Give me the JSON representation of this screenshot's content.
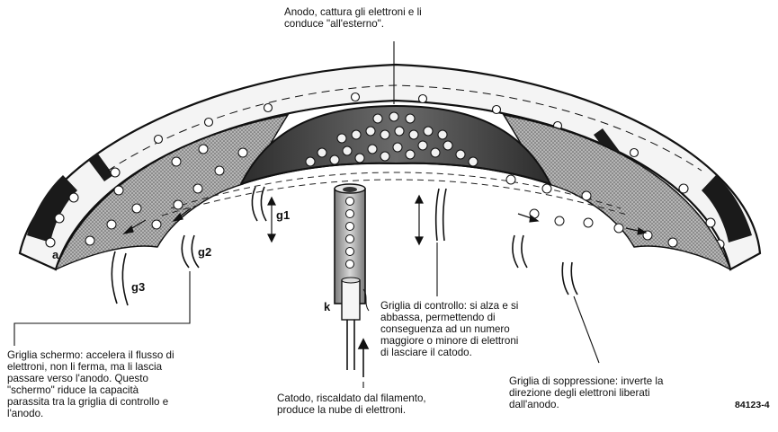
{
  "captions": {
    "anode": "Anodo, cattura gli elettroni e li\nconduce \"all'esterno\".",
    "control_grid": "Griglia di controllo: si alza e si\nabbassa, permettendo di\nconseguenza ad un numero\nmaggiore o minore di elettroni\ndi lasciare il catodo.",
    "screen_grid": "Griglia schermo: accelera il flusso di\nelettroni, non li ferma, ma li lascia\npassare verso l'anodo. Questo\n\"schermo\" riduce la capacità\nparassita tra la griglia di controllo e\nl'anodo.",
    "cathode": "Catodo, riscaldato dal filamento,\nproduce la nube di elettroni.",
    "suppressor_grid": "Griglia di soppressione: inverte la\ndirezione degli elettroni liberati\ndall'anodo."
  },
  "labels": {
    "a": "a",
    "g1": "g1",
    "g2": "g2",
    "g3": "g3",
    "k": "k"
  },
  "figure_id": "84123-4",
  "colors": {
    "ink": "#111111",
    "anode_shade": "#8a8a8a",
    "cathode_shade": "#9a9a9a",
    "electron_fill": "#f2f2f2"
  }
}
